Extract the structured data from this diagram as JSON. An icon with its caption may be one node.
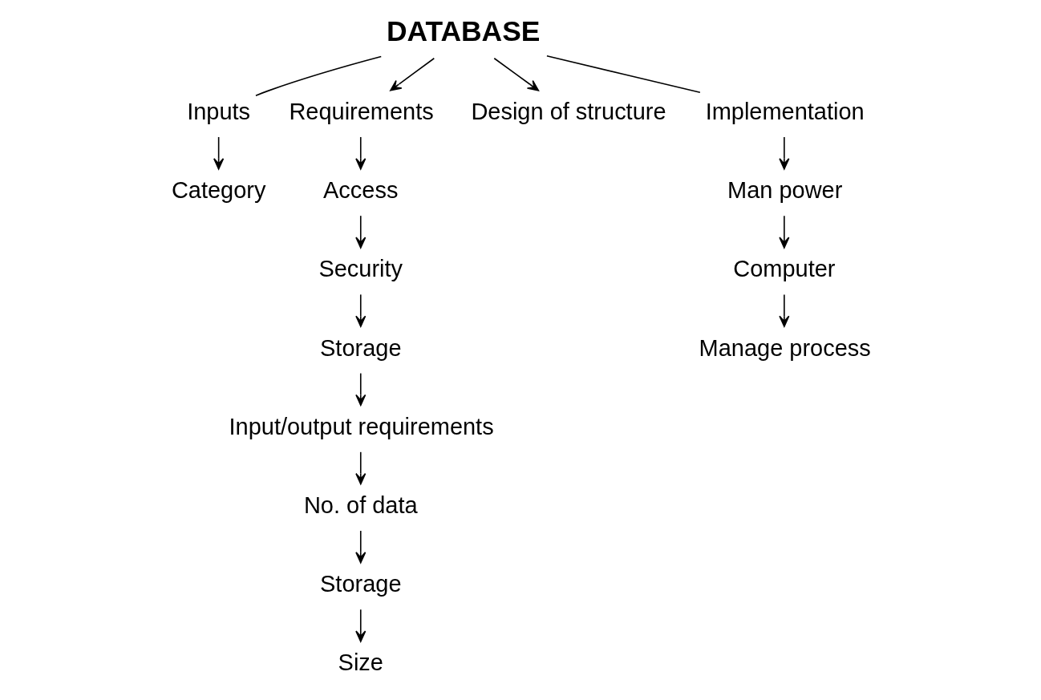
{
  "diagram": {
    "nodes": [
      {
        "text": [
          "DATABASE"
        ]
      },
      {
        "text": [
          "Inputs"
        ]
      },
      {
        "text": [
          "Category"
        ]
      },
      {
        "text": [
          "Requirements"
        ]
      },
      {
        "text": [
          "Access"
        ]
      },
      {
        "text": [
          "Security"
        ]
      },
      {
        "text": [
          "Storage"
        ]
      },
      {
        "text": [
          "Input/output requirements"
        ]
      },
      {
        "text": [
          "No. of data"
        ]
      },
      {
        "text": [
          "Storage"
        ]
      },
      {
        "text": [
          "Size"
        ]
      },
      {
        "text": [
          "Design of structure"
        ]
      },
      {
        "text": [
          "Implementation"
        ]
      },
      {
        "text": [
          "Man power"
        ]
      },
      {
        "text": [
          "Computer"
        ]
      },
      {
        "text": [
          "Manage process"
        ]
      }
    ],
    "edges": [
      {
        "from": 0,
        "to": 1,
        "arrow": "none"
      },
      {
        "from": 0,
        "to": 3,
        "arrow": "to"
      },
      {
        "from": 0,
        "to": 11,
        "arrow": "to"
      },
      {
        "from": 0,
        "to": 12,
        "arrow": "none"
      },
      {
        "from": 1,
        "to": 2,
        "arrow": "to"
      },
      {
        "from": 3,
        "to": 4,
        "arrow": "to"
      },
      {
        "from": 4,
        "to": 5,
        "arrow": "to"
      },
      {
        "from": 5,
        "to": 6,
        "arrow": "to"
      },
      {
        "from": 6,
        "to": 7,
        "arrow": "to"
      },
      {
        "from": 7,
        "to": 8,
        "arrow": "to"
      },
      {
        "from": 8,
        "to": 9,
        "arrow": "to"
      },
      {
        "from": 9,
        "to": 10,
        "arrow": "to"
      },
      {
        "from": 12,
        "to": 13,
        "arrow": "to"
      },
      {
        "from": 13,
        "to": 14,
        "arrow": "to"
      },
      {
        "from": 14,
        "to": 15,
        "arrow": "to"
      }
    ]
  }
}
